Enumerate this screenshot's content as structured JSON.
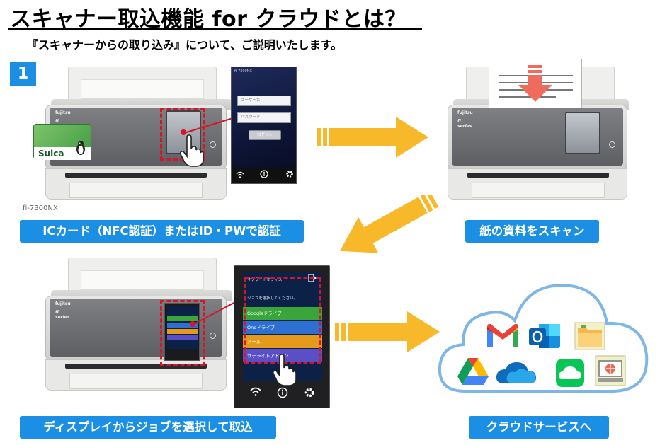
{
  "title": "スキャナー取込機能 for クラウドとは？",
  "subtitle": "『スキャナーからの取り込み』について、ご説明いたします。",
  "step_number": "1",
  "labels": {
    "auth": "ICカード（NFC認証）またはID・PWで認証",
    "scan": "紙の資料をスキャン",
    "select": "ディスプレイからジョブを選択して取込",
    "cloud": "クラウドサービスへ"
  },
  "scanner_model": "fi-7300NX",
  "ic_card": {
    "text": "Suica"
  },
  "login_panel": {
    "model": "fi-7300NX",
    "username_placeholder": "ユーザー名",
    "password_placeholder": "パスワード",
    "login_label": "ログイン"
  },
  "job_panel": {
    "title": "サテライトオフィス",
    "prompt": "ジョブを選択してください。",
    "jobs": [
      {
        "label": "Googleドライブ",
        "color": "#3aa53a"
      },
      {
        "label": "Oneドライブ",
        "color": "#2e6fd2"
      },
      {
        "label": "メール",
        "color": "#e59a1c"
      },
      {
        "label": "サテライトアドオン",
        "color": "#5b4fc8"
      }
    ]
  },
  "cloud_services": [
    "gmail-icon",
    "outlook-icon",
    "file-folder-icon",
    "google-drive-icon",
    "onedrive-icon",
    "line-icon",
    "satellite-addon-icon"
  ],
  "colors": {
    "label_blue": "#1a8fe3",
    "arrow_yellow": "#f7b92a",
    "highlight_red": "#d7142a"
  }
}
